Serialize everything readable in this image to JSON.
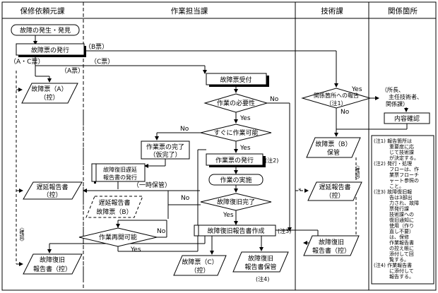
{
  "lanes": [
    "保修依頼元課",
    "作業担当課",
    "技術課",
    "関係箇所"
  ],
  "labels": {
    "b_form": "（B票）",
    "ac_form": "（A・C票）",
    "c_form": "（C票）",
    "a_form": "（A票）",
    "yes": "Yes",
    "no": "No",
    "confirm": "〈確認〉",
    "temp_hold": "（一時保管）",
    "star": "*",
    "note2": "(注2)",
    "note3": "(注3)",
    "note4": "(注4)"
  },
  "nodes": {
    "start": "故障の発生・発見",
    "issue": "故障票の発行",
    "form_a": [
      "故障票（A）",
      "（控）"
    ],
    "receive": "故障票受付",
    "need_work": "作業の必要性",
    "immediate": "すぐに作業可能",
    "form_complete": [
      "作業票の完了",
      "（仮完了）"
    ],
    "restore_delay": [
      "故障復旧遅延",
      "報告書の発行"
    ],
    "delay_form_b": [
      "遅延報告書",
      "故障票（B）"
    ],
    "resume": "作業再開可能",
    "issue_work": "作業票の発行",
    "implement": "作業の実施",
    "restore_done": "故障復旧完了",
    "create_report": "故障復旧報告書作成",
    "form_c": [
      "故障票（C）",
      "（控）"
    ],
    "restore_keep": [
      "故障復旧",
      "報告書保管"
    ],
    "report_related": [
      "関係箇所への報告",
      "（注1）"
    ],
    "related_parties": [
      "（所長、",
      "主任技術者、",
      "関係課）"
    ],
    "content_check": "内容確認",
    "form_b_keep": [
      "故障票（B）",
      "保管"
    ],
    "delay_report": [
      "遅延報告書",
      "（控）"
    ],
    "restore_report_left": [
      "故障復旧",
      "報告書（控）"
    ],
    "restore_report_right": [
      "故障復旧",
      "報告書（控）"
    ]
  },
  "notes": [
    "(注1) 報告箇所は",
    "重要度に応",
    "じて技術課",
    "が決定する。",
    "(注2) 発行・処理",
    "フローは、作",
    "業票フローチ",
    "ャート参照の",
    "こと。",
    "(注3) 故障復旧報",
    "告は3部出",
    "力され、故障",
    "票発行課",
    "技術課への",
    "復旧通知に",
    "使用（作り",
    "直し不要）",
    "は、保修",
    "作業報告書",
    "の控え帳に",
    "添付して回",
    "覧する。",
    "(注4) 作業報告書",
    "に添付して",
    "報告する。"
  ]
}
